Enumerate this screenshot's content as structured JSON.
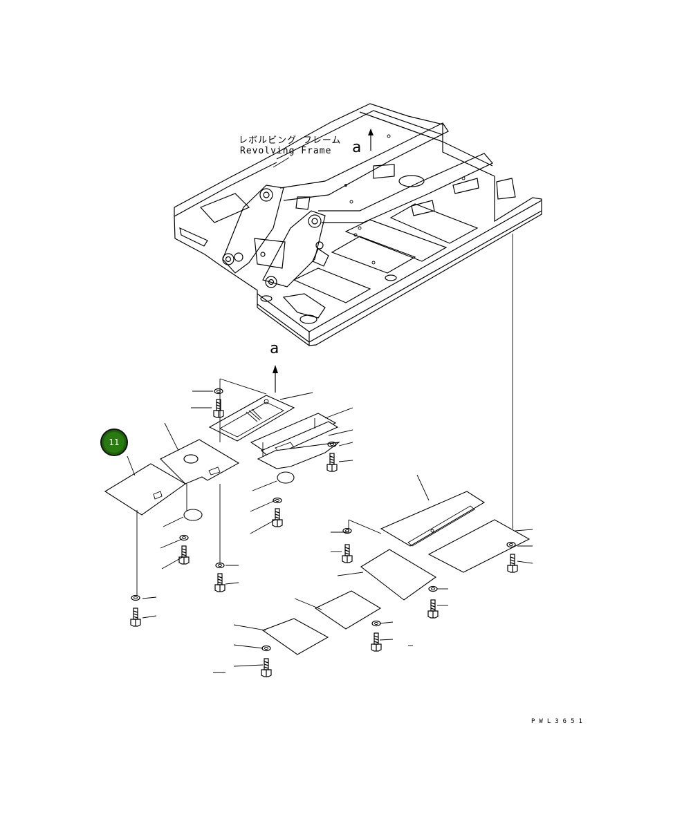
{
  "diagram": {
    "frame_label_jp": "レボルビング フレーム",
    "frame_label_en": "Revolving Frame",
    "view_reference_top": "a",
    "view_reference_mid": "a",
    "callout_number": "11",
    "callout_color": "#2a7a12",
    "drawing_number": "PWL3651"
  }
}
